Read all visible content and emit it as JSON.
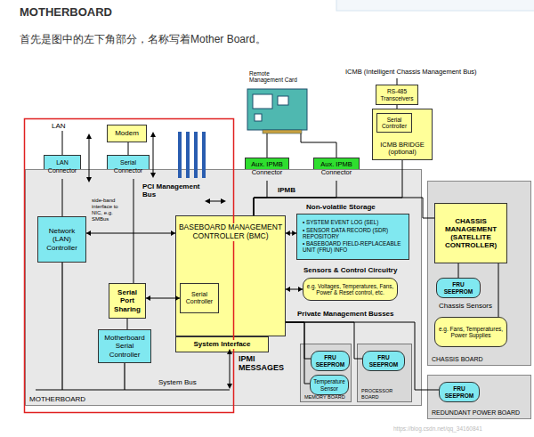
{
  "diagram": {
    "title": "MOTHERBOARD",
    "nodes": [
      {
        "text": [
          "Modem"
        ]
      },
      {
        "text": [
          "LAN Connector"
        ]
      },
      {
        "text": [
          "Serial Connector"
        ]
      },
      {
        "text": [
          "RS-485 Transceivers"
        ]
      },
      {
        "text": [
          "ICMB BRIDGE (optional)"
        ]
      },
      {
        "text": [
          "Serial Controller"
        ],
        "in": 4
      },
      {
        "text": [
          "Aux. IPMB Connector"
        ]
      },
      {
        "text": [
          "Aux. IPMB Connector"
        ]
      },
      {
        "text": [
          "MOTHERBOARD"
        ]
      },
      {
        "text": [
          "Network (LAN) Controller"
        ],
        "in": 8
      },
      {
        "text": [
          "BASEBOARD MANAGEMENT CONTROLLER (BMC)"
        ],
        "in": 8
      },
      {
        "text": [
          "Serial Controller"
        ],
        "in": 10
      },
      {
        "text": [
          "Non-volatile Storage",
          "• SYSTEM EVENT LOG (SEL)",
          "• SENSOR DATA RECORD (SDR) REPOSITORY",
          "• BASEBOARD FIELD-REPLACEABLE UNIT (FRU) INFO"
        ],
        "in": 8
      },
      {
        "text": [
          "Sensors & Control Circuitry",
          "e.g. Voltages, Temperatures, Fans, Power & Reset control, etc."
        ],
        "in": 8
      },
      {
        "text": [
          "Serial Port Sharing"
        ],
        "in": 8
      },
      {
        "text": [
          "Motherboard Serial Controller"
        ],
        "in": 8
      },
      {
        "text": [
          "System Interface"
        ],
        "in": 8
      },
      {
        "text": [
          "MEMORY BOARD"
        ],
        "in": 8
      },
      {
        "text": [
          "FRU SEEPROM"
        ],
        "in": 17
      },
      {
        "text": [
          "Temperature Sensor"
        ],
        "in": 17
      },
      {
        "text": [
          "PROCESSOR BOARD"
        ],
        "in": 8
      },
      {
        "text": [
          "FRU SEEPROM"
        ],
        "in": 20
      },
      {
        "text": [
          "CHASSIS BOARD"
        ]
      },
      {
        "text": [
          "CHASSIS MANAGEMENT (SATELLITE CONTROLLER)"
        ],
        "in": 22
      },
      {
        "text": [
          "FRU SEEPROM"
        ],
        "in": 22
      },
      {
        "text": [
          "Chassis Sensors",
          "e.g. Fans, Temperatures, Power Supplies"
        ],
        "in": 22
      },
      {
        "text": [
          "REDUNDANT POWER BOARD"
        ]
      },
      {
        "text": [
          "FRU SEEPROM"
        ],
        "in": 26
      }
    ],
    "edges": [
      {
        "from": 0,
        "to": 2,
        "arrow": "none"
      },
      {
        "from": 1,
        "to": 9,
        "arrow": "none"
      },
      {
        "from": 2,
        "to": 14,
        "arrow": "none"
      },
      {
        "from": 9,
        "to": 10,
        "arrow": "both"
      },
      {
        "from": 14,
        "to": 11,
        "arrow": "both"
      },
      {
        "from": 14,
        "to": 15,
        "arrow": "none"
      },
      {
        "from": 10,
        "to": 12,
        "arrow": "both"
      },
      {
        "from": 10,
        "to": 13,
        "arrow": "both"
      },
      {
        "from": 3,
        "to": 4,
        "arrow": "none"
      },
      {
        "from": 10,
        "to": 6,
        "arrow": "none"
      },
      {
        "from": 10,
        "to": 7,
        "arrow": "none"
      },
      {
        "from": 10,
        "to": 4,
        "arrow": "none"
      },
      {
        "from": 10,
        "to": 23,
        "arrow": "none"
      },
      {
        "from": 10,
        "to": 18,
        "arrow": "none"
      },
      {
        "from": 10,
        "to": 19,
        "arrow": "none"
      },
      {
        "from": 10,
        "to": 21,
        "arrow": "none"
      },
      {
        "from": 10,
        "to": 27,
        "arrow": "none"
      },
      {
        "from": 23,
        "to": 24,
        "arrow": "none"
      },
      {
        "from": 23,
        "to": 25,
        "arrow": "none"
      }
    ],
    "labels": [
      "首先是图中的左下角部分，名称写着Mother Board。",
      "LAN",
      "Remote Management Card",
      "ICMB (Intelligent Chassis Management Bus)",
      "PCI Management Bus",
      "IPMB",
      "side-band interface to NIC, e.g. SMBus",
      "Private Management Busses",
      "IPMI MESSAGES",
      "System Bus",
      "https://blog.csdn.net/qq_34160841"
    ]
  }
}
